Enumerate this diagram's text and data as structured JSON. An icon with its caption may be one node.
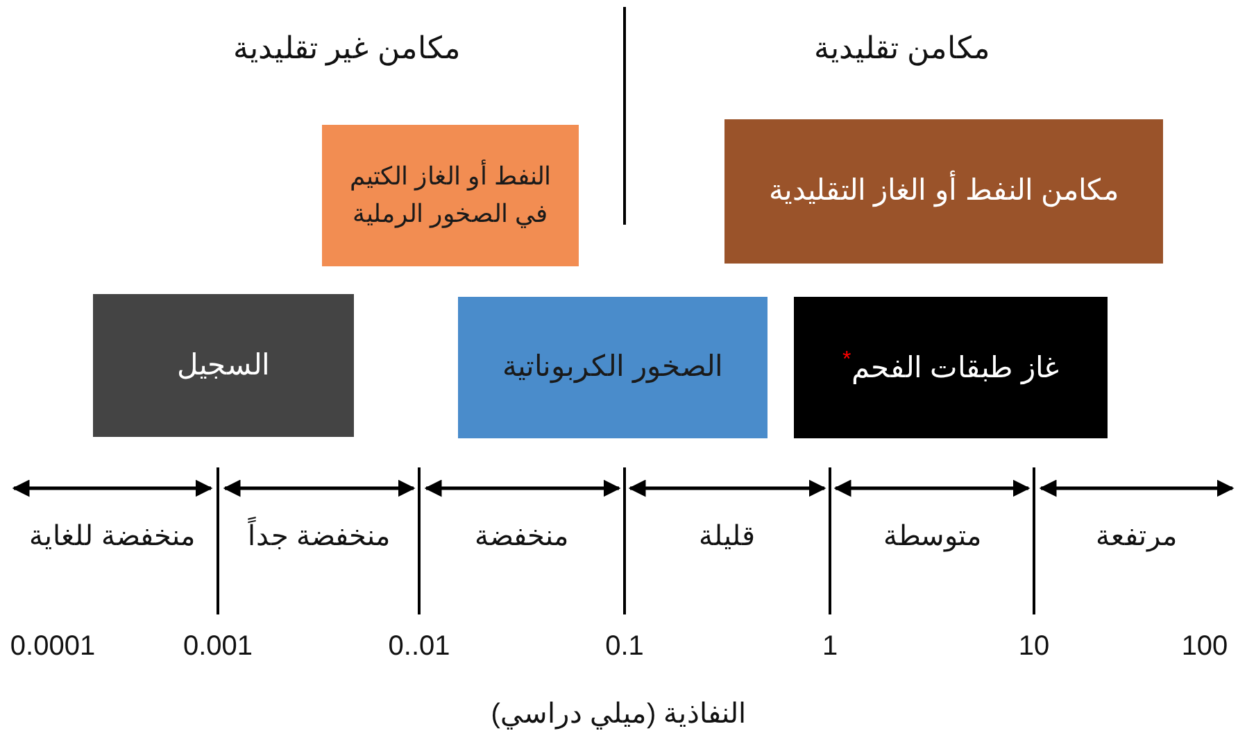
{
  "diagram": {
    "nodes": [
      {
        "text": [
          "النفط أو الغاز الكتيم في الصخور الرملية"
        ]
      },
      {
        "text": [
          "مكامن النفط أو الغاز التقليدية"
        ]
      },
      {
        "text": [
          "السجيل"
        ]
      },
      {
        "text": [
          "الصخور الكربوناتية"
        ]
      },
      {
        "text": [
          "غاز طبقات الفحم",
          "*"
        ]
      }
    ],
    "labels": [
      "مكامن غير تقليدية",
      "مكامن تقليدية",
      "منخفضة للغاية",
      "منخفضة جداً",
      "منخفضة",
      "قليلة",
      "متوسطة",
      "مرتفعة",
      "0.0001",
      "0.001",
      "0..01",
      "0.1",
      "1",
      "10",
      "100",
      "النفاذية (ميلي دراسي)"
    ]
  }
}
